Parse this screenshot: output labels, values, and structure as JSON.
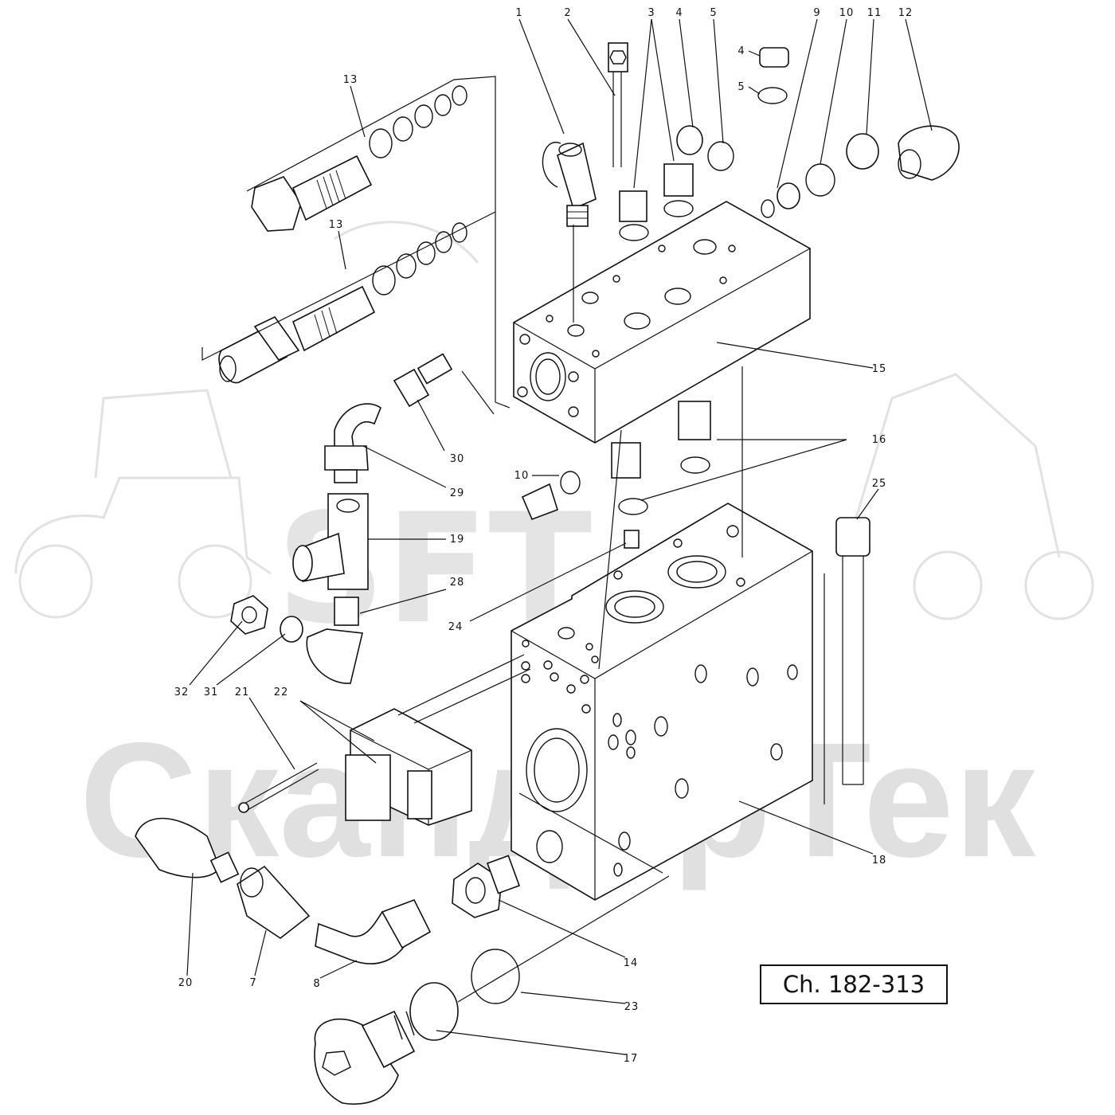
{
  "watermark": {
    "brand": "SFT",
    "company": "СкандорТек"
  },
  "chart_code": "Ch. 182-313",
  "callouts": [
    "1",
    "2",
    "3",
    "4",
    "5",
    "9",
    "10",
    "11",
    "12",
    "4",
    "5",
    "13",
    "13",
    "15",
    "30",
    "16",
    "29",
    "10",
    "25",
    "19",
    "28",
    "24",
    "32",
    "31",
    "21",
    "22",
    "18",
    "14",
    "20",
    "7",
    "8",
    "23",
    "17"
  ],
  "colors": {
    "ink": "#111111",
    "watermark": "#d9d9d9",
    "background": "#ffffff"
  }
}
